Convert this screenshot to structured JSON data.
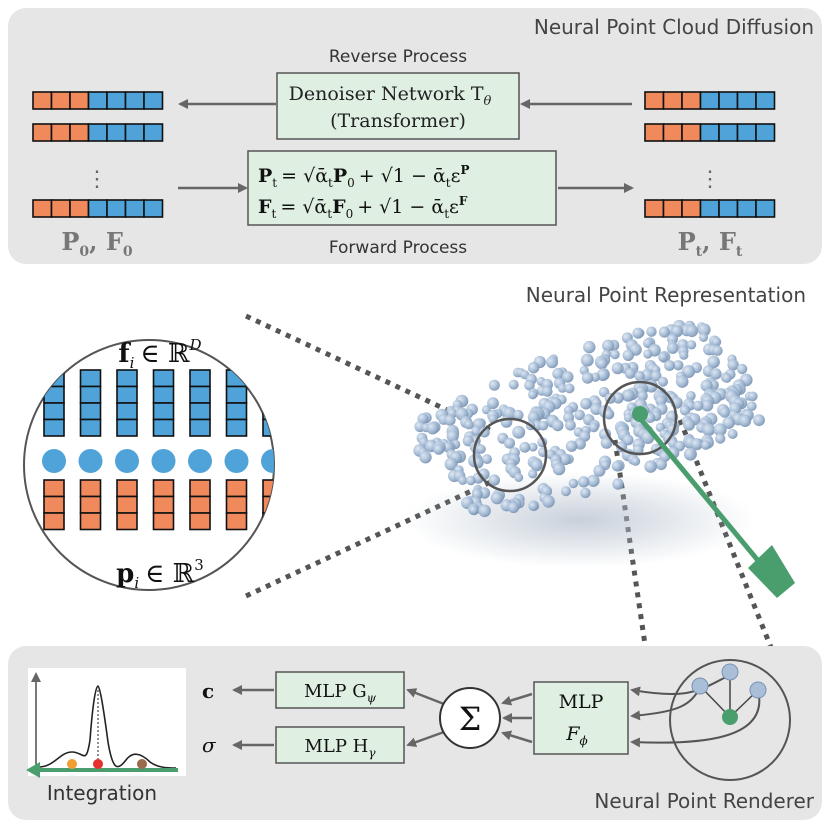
{
  "diffusion": {
    "title": "Neural Point Cloud Diffusion",
    "reverse_label": "Reverse Process",
    "forward_label": "Forward Process",
    "denoiser_line1": "Denoiser Network T",
    "denoiser_sub": "θ",
    "denoiser_line2": "(Transformer)",
    "eq1_lhs": "P",
    "eq1_lhs_sub": "t",
    "eq1_rhs": "= √ᾱ",
    "eq1_rhs_sub": "t",
    "eq1_mid": "P",
    "eq1_mid_sub": "0",
    "eq1_tail": "+ √1 − ᾱ",
    "eq1_tail_sub": "t",
    "eq1_eps": "ε",
    "eq1_eps_sup": "P",
    "eq2_lhs": "F",
    "eq2_lhs_sub": "t",
    "eq2_rhs": "= √ᾱ",
    "eq2_rhs_sub": "t",
    "eq2_mid": "F",
    "eq2_mid_sub": "0",
    "eq2_tail": "+ √1 − ᾱ",
    "eq2_tail_sub": "t",
    "eq2_eps": "ε",
    "eq2_eps_sup": "F",
    "left_label": "P",
    "left_label_sub": "0",
    "left_label_b": ", F",
    "left_label_b_sub": "0",
    "right_label": "P",
    "right_label_sub": "t",
    "right_label_b": ", F",
    "right_label_b_sub": "t",
    "dots": "⋮"
  },
  "representation": {
    "title": "Neural Point Representation",
    "feature_label": "f",
    "feature_sub": "i",
    "feature_set": "∈ ℝ",
    "feature_sup": "D",
    "position_label": "p",
    "position_sub": "i",
    "position_set": "∈ ℝ",
    "position_sup": "3"
  },
  "renderer": {
    "title": "Neural Point Renderer",
    "mlp_f": "MLP",
    "mlp_f_sym": "F",
    "mlp_f_sub": "ϕ",
    "sum_symbol": "Σ",
    "mlp_g": "MLP G",
    "mlp_g_sub": "ψ",
    "mlp_h": "MLP H",
    "mlp_h_sub": "γ",
    "out_c": "c",
    "out_sigma": "σ",
    "integration": "Integration"
  },
  "colors": {
    "panel_bg": "#e6e6e6",
    "orange": "#f08a5d",
    "blue": "#4fa3d8",
    "green_box": "#dff0e3",
    "green_arrow": "#4a9e6e",
    "gray_arrow": "#666666",
    "point_cloud": "#a9bfd8"
  }
}
